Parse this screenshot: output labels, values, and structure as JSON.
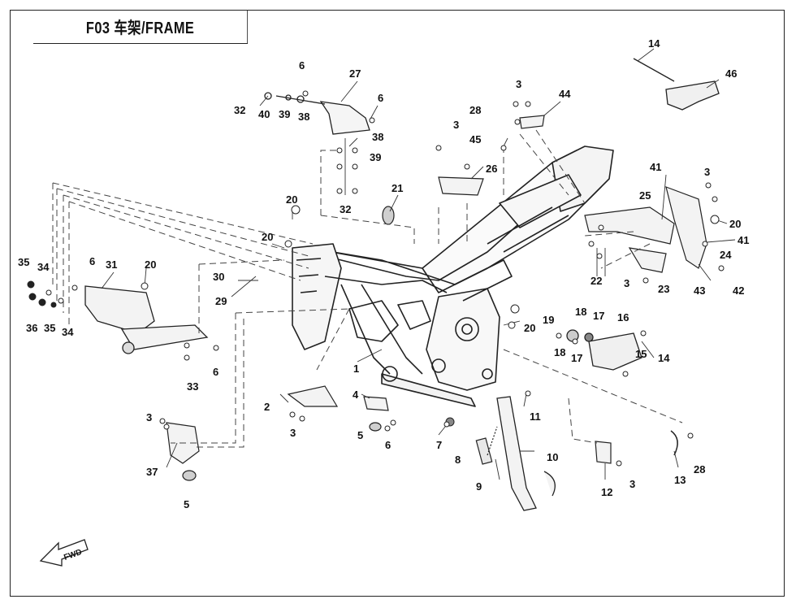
{
  "title": "F03  车架/FRAME",
  "fwd_label": "FWD",
  "callouts": [
    "14",
    "46",
    "6",
    "27",
    "32",
    "40",
    "39",
    "38",
    "6",
    "3",
    "44",
    "28",
    "45",
    "3",
    "26",
    "38",
    "39",
    "32",
    "21",
    "20",
    "41",
    "3",
    "25",
    "20",
    "41",
    "24",
    "42",
    "43",
    "20",
    "22",
    "3",
    "23",
    "35",
    "34",
    "6",
    "31",
    "20",
    "30",
    "29",
    "36",
    "35",
    "34",
    "19",
    "18",
    "17",
    "16",
    "18",
    "17",
    "15",
    "14",
    "20",
    "1",
    "33",
    "6",
    "2",
    "3",
    "4",
    "5",
    "6",
    "11",
    "7",
    "10",
    "8",
    "9",
    "3",
    "37",
    "5",
    "12",
    "3",
    "13",
    "28"
  ]
}
